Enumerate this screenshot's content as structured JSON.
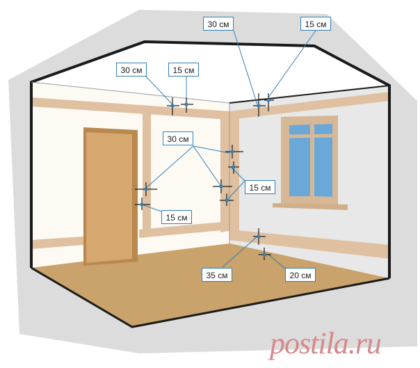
{
  "labels": {
    "ceiling_front_30": "30 см",
    "ceiling_front_15": "15 см",
    "ceiling_corner_30": "30 см",
    "ceiling_corner_15": "15 см",
    "corner_30": "30 см",
    "corner_15": "15 см",
    "door_15": "15 см",
    "floor_35": "35 см",
    "floor_20": "20 см"
  },
  "watermark": "postila.ru",
  "colors": {
    "wall_stripe": "#dfc0a0",
    "floor": "#c9a26c",
    "door": "#d6a76f",
    "wire_marker": "#2f7fb8",
    "label_border": "#2f7fb8",
    "watermark": "#d58a8a"
  }
}
